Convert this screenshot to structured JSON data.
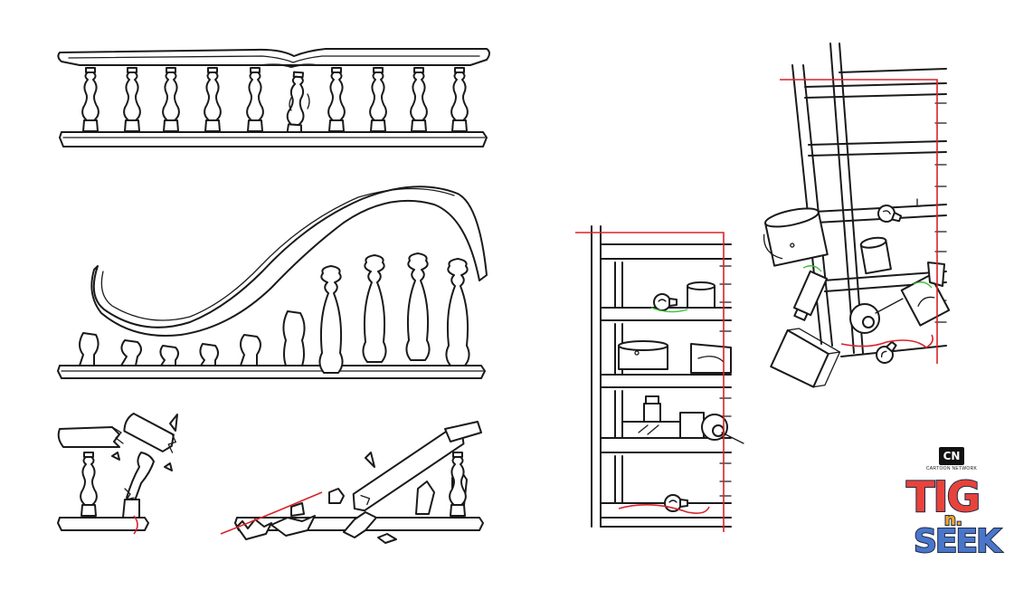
{
  "logo": {
    "network_mark": "CN",
    "network_name": "CARTOON NETWORK",
    "title_word1": "TIG",
    "title_connector": "n.",
    "title_word2": "SEEK"
  },
  "palette": {
    "ink": "#1a1a1a",
    "guide_line": "#d8232a",
    "highlight": "#3fbf3f",
    "logo_red": "#e8433a",
    "logo_orange": "#f2a72a",
    "logo_blue": "#4a76c9"
  }
}
